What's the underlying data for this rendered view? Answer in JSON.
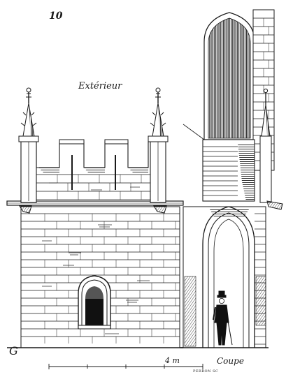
{
  "plate": {
    "number": "10",
    "monogram": "G"
  },
  "views": {
    "exterior_label": "Extérieur",
    "section_label": "Coupe"
  },
  "scale": {
    "label": "4 m"
  },
  "engraver": "PERRON SC",
  "colors": {
    "ink": "#1a1a1a",
    "shade": "#444444",
    "paper": "#ffffff"
  }
}
